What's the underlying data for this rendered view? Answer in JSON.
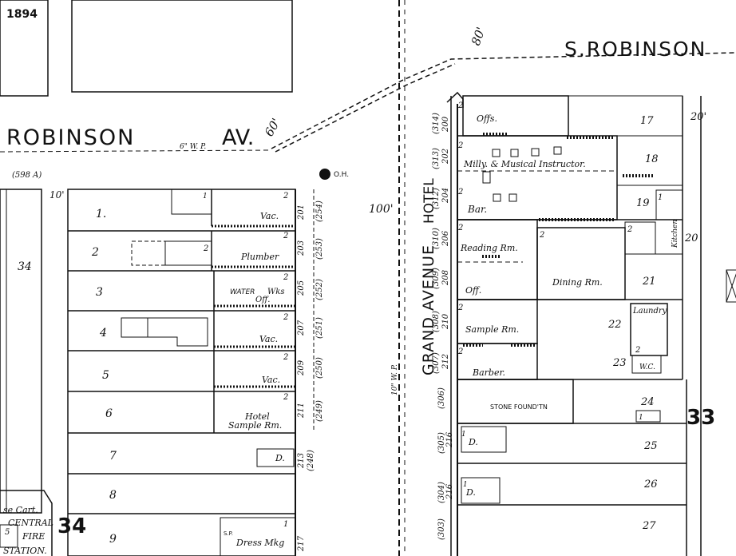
{
  "year": "1894",
  "streets": {
    "robinson_av_left": "ROBINSON",
    "robinson_av_suffix": "AV.",
    "s_robinson": "S.ROBINSON",
    "grand_avenue": "GRAND AVENUE",
    "main_width": "10'",
    "grand_width": "100'",
    "robinson_width": "60'",
    "s_robinson_width": "80'",
    "water_pipe_robinson": "6\" W. P.",
    "water_pipe_grand": "10\" W. P.",
    "right_width": "20'"
  },
  "blocks": {
    "left": "34",
    "right": "33",
    "left_parcel": "34",
    "left_ref": "(598 A)"
  },
  "hydrant": "O.H.",
  "hotel": "HOTEL",
  "left_lots": [
    "1.",
    "2",
    "3",
    "4",
    "5",
    "6",
    "7",
    "8",
    "9"
  ],
  "left_addresses": [
    {
      "new": "201",
      "old": "(254)"
    },
    {
      "new": "203",
      "old": "(253)"
    },
    {
      "new": "205",
      "old": "(252)"
    },
    {
      "new": "207",
      "old": "(251)"
    },
    {
      "new": "209",
      "old": "(250)"
    },
    {
      "new": "211",
      "old": "(249)"
    },
    {
      "new": "213",
      "old": "(248)"
    },
    {
      "new": "217",
      "old": ""
    }
  ],
  "left_uses": {
    "vac1": "Vac.",
    "plumber": "Plumber",
    "water1": "WATER",
    "water2": "Wks",
    "water3": "Off.",
    "vac2": "Vac.",
    "vac3": "Vac.",
    "hotel1": "Hotel",
    "hotel2": "Sample Rm.",
    "d": "D.",
    "sp": "S.P.",
    "dress": "Dress Mkg"
  },
  "right_addresses": [
    {
      "new": "200",
      "old": "(314)"
    },
    {
      "new": "202",
      "old": "(313)"
    },
    {
      "new": "204",
      "old": "(312)"
    },
    {
      "new": "206",
      "old": "(310)"
    },
    {
      "new": "208",
      "old": "(309)"
    },
    {
      "new": "210",
      "old": "(308)"
    },
    {
      "new": "212",
      "old": "(307)"
    },
    {
      "new": "",
      "old": "(306)"
    },
    {
      "new": "216",
      "old": "(305)"
    },
    {
      "new": "216",
      "old": "(304)"
    },
    {
      "new": "",
      "old": "(303)"
    }
  ],
  "right_rooms": {
    "offs": "Offs.",
    "milly": "Milly. & Musical Instructor.",
    "bar": "Bar.",
    "reading": "Reading Rm.",
    "off": "Off.",
    "dining": "Dining Rm.",
    "sample": "Sample Rm.",
    "barber": "Barber.",
    "laundry": "Laundry",
    "wc": "W.C.",
    "kitchen": "Kitchen",
    "stone": "STONE FOUND'TN",
    "d1": "D.",
    "d2": "D."
  },
  "right_lots": [
    "17",
    "18",
    "19",
    "20",
    "21",
    "22",
    "23",
    "24",
    "25",
    "26",
    "27"
  ],
  "fire_station": {
    "hose": "se Cart.",
    "central": "CENTRAL",
    "fire": "FIRE",
    "station": "STATION.",
    "num": "5"
  }
}
